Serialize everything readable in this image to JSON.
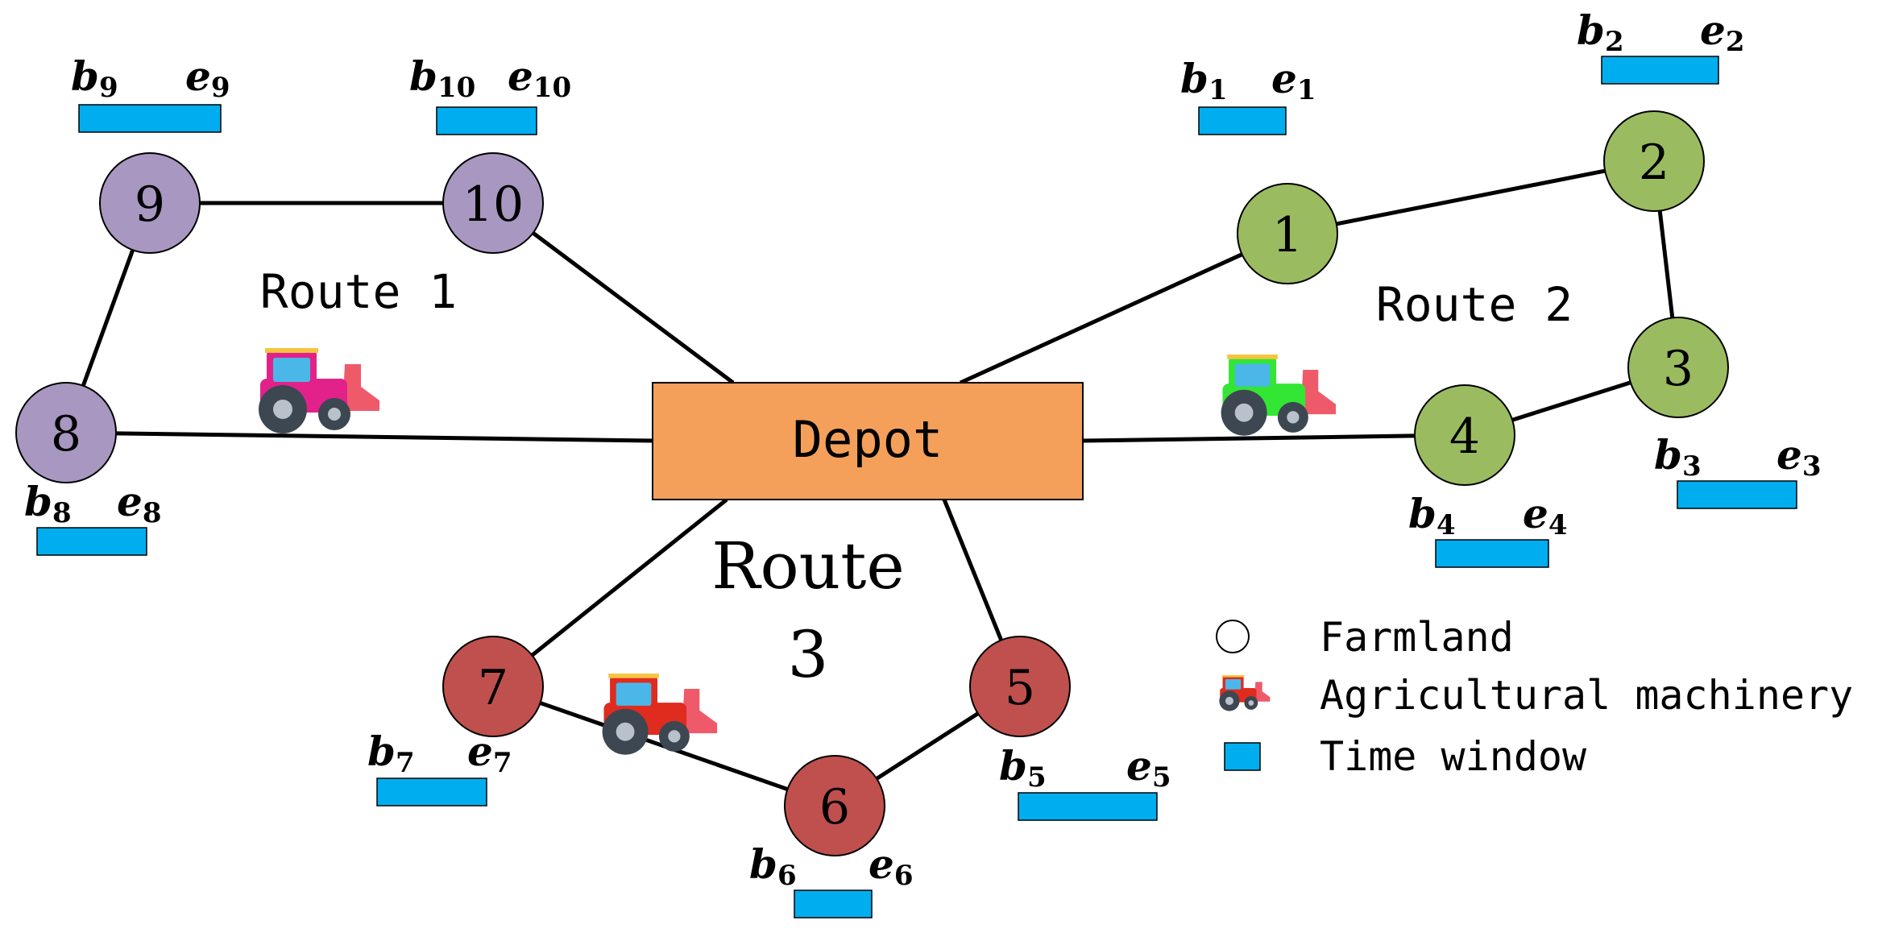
{
  "depot": {
    "label": "Depot",
    "color": "#f4a05a"
  },
  "routes": [
    {
      "label": "Route 1",
      "color": "#a897c0"
    },
    {
      "label": "Route 2",
      "color": "#9bbb60"
    },
    {
      "label": "Route 3",
      "line1": "Route",
      "line2": "3",
      "color": "#c0504d"
    }
  ],
  "nodes": [
    {
      "id": "1",
      "route": 2,
      "tw": {
        "b": "b",
        "b_sub": "1",
        "e": "e",
        "e_sub": "1"
      }
    },
    {
      "id": "2",
      "route": 2,
      "tw": {
        "b": "b",
        "b_sub": "2",
        "e": "e",
        "e_sub": "2"
      }
    },
    {
      "id": "3",
      "route": 2,
      "tw": {
        "b": "b",
        "b_sub": "3",
        "e": "e",
        "e_sub": "3"
      }
    },
    {
      "id": "4",
      "route": 2,
      "tw": {
        "b": "b",
        "b_sub": "4",
        "e": "e",
        "e_sub": "4"
      }
    },
    {
      "id": "5",
      "route": 3,
      "tw": {
        "b": "b",
        "b_sub": "5",
        "e": "e",
        "e_sub": "5"
      }
    },
    {
      "id": "6",
      "route": 3,
      "tw": {
        "b": "b",
        "b_sub": "6",
        "e": "e",
        "e_sub": "6"
      }
    },
    {
      "id": "7",
      "route": 3,
      "tw": {
        "b": "b",
        "b_sub": "7",
        "e": "e",
        "e_sub": "7"
      }
    },
    {
      "id": "8",
      "route": 1,
      "tw": {
        "b": "b",
        "b_sub": "8",
        "e": "e",
        "e_sub": "8"
      }
    },
    {
      "id": "9",
      "route": 1,
      "tw": {
        "b": "b",
        "b_sub": "9",
        "e": "e",
        "e_sub": "9"
      }
    },
    {
      "id": "10",
      "route": 1,
      "tw": {
        "b": "b",
        "b_sub": "10",
        "e": "e",
        "e_sub": "10"
      }
    }
  ],
  "edges": [
    [
      "depot",
      "10"
    ],
    [
      "10",
      "9"
    ],
    [
      "9",
      "8"
    ],
    [
      "8",
      "depot"
    ],
    [
      "depot",
      "1"
    ],
    [
      "1",
      "2"
    ],
    [
      "2",
      "3"
    ],
    [
      "3",
      "4"
    ],
    [
      "4",
      "depot"
    ],
    [
      "depot",
      "5"
    ],
    [
      "5",
      "6"
    ],
    [
      "6",
      "7"
    ],
    [
      "7",
      "depot"
    ]
  ],
  "machinery": [
    {
      "route": 1,
      "body_color": "#e3218a",
      "cabin_color": "#4ab7e8"
    },
    {
      "route": 2,
      "body_color": "#33e633",
      "cabin_color": "#4ab7e8"
    },
    {
      "route": 3,
      "body_color": "#e02b1f",
      "cabin_color": "#4ab7e8"
    }
  ],
  "time_window_color": "#00aeef",
  "legend": {
    "items": [
      {
        "icon": "circle-icon",
        "label": "Farmland"
      },
      {
        "icon": "tractor-icon",
        "label": "Agricultural machinery"
      },
      {
        "icon": "rectangle-icon",
        "label": "Time window"
      }
    ]
  }
}
